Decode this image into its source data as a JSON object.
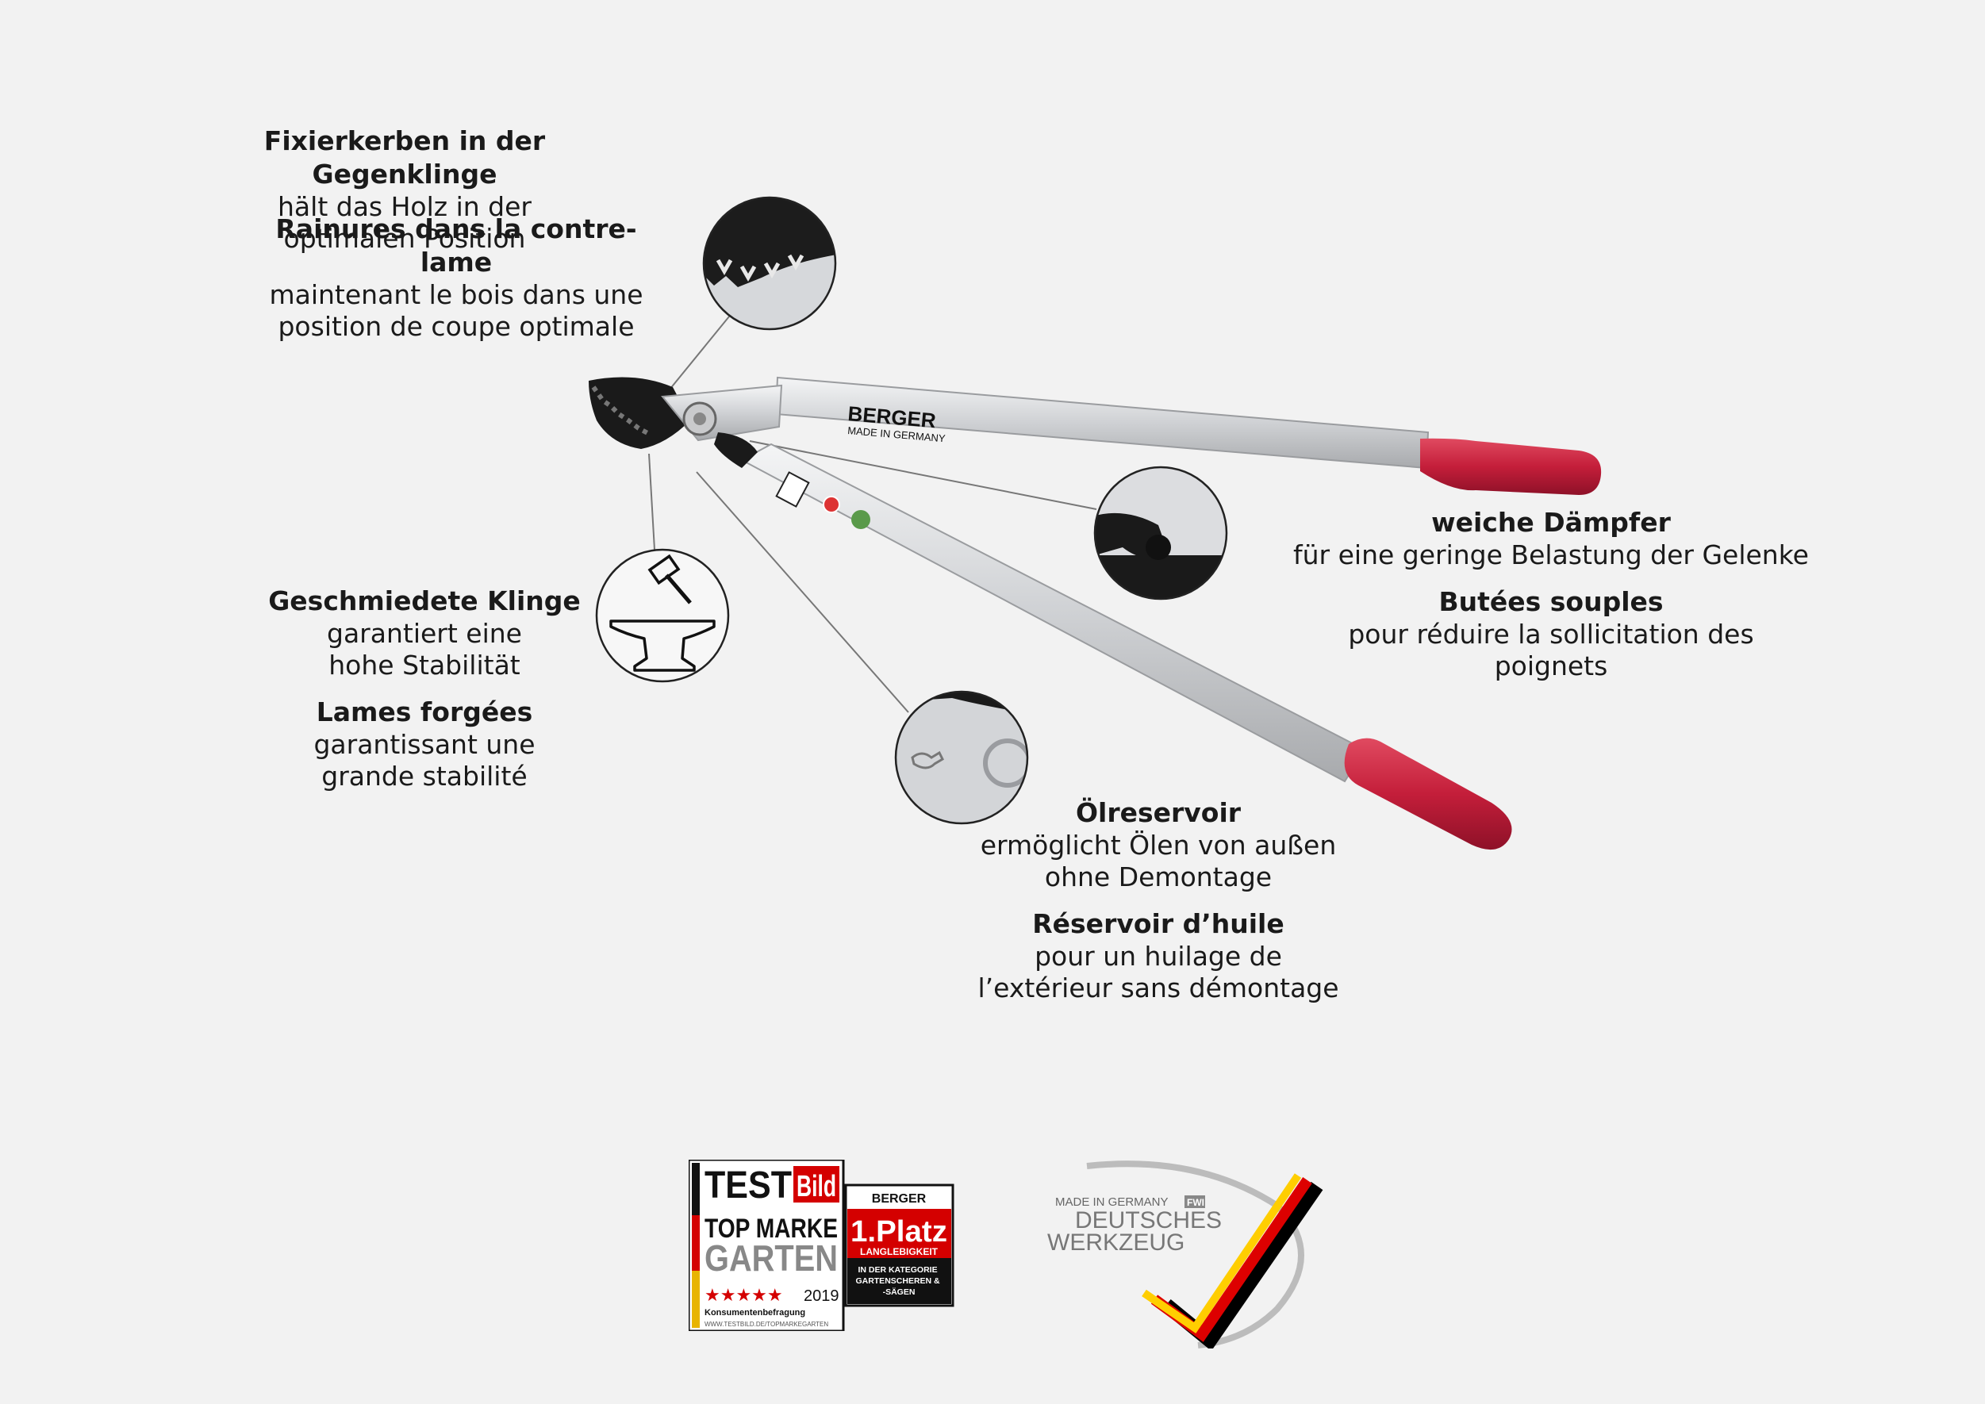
{
  "features": {
    "notches": {
      "title_de": "Fixierkerben in der Gegenklinge",
      "desc_de": "hält das Holz in der optimalen Position",
      "title_fr": "Rainures dans la contre-lame",
      "desc_fr": "maintenant le bois dans une\nposition de coupe optimale"
    },
    "dampers": {
      "title_de": "weiche Dämpfer",
      "desc_de": "für eine geringe Belastung der Gelenke",
      "title_fr": "Butées souples",
      "desc_fr": "pour réduire la sollicitation des poignets"
    },
    "forged": {
      "title_de": "Geschmiedete Klinge",
      "desc_de": "garantiert eine\nhohe Stabilität",
      "title_fr": "Lames forgées",
      "desc_fr": "garantissant une\ngrande stabilité"
    },
    "oil": {
      "title_de": "Ölreservoir",
      "desc_de": "ermöglicht Ölen von außen\nohne Demontage",
      "title_fr": "Réservoir d’huile",
      "desc_fr": "pour un huilage de\nl’extérieur sans démontage"
    }
  },
  "tool": {
    "brand": "BERGER",
    "origin": "MADE IN GERMANY",
    "handle_color": "#c41e3a",
    "shaft_color": "#d9dadc"
  },
  "badges": {
    "testbild": {
      "logo_test": "TEST",
      "logo_bild": "Bild",
      "line1": "TOP MARKE",
      "line2": "GARTEN",
      "stars": "★★★★★",
      "year": "2019",
      "survey": "Konsumentenbefragung",
      "url": "WWW.TESTBILD.DE/TOPMARKEGARTEN",
      "brand": "BERGER",
      "rank": "1.Platz",
      "category": "LANGLEBIGKEIT",
      "note": "IN DER KATEGORIE\nGARTENSCHEREN &\n-SÄGEN"
    },
    "deutsches_werkzeug": {
      "made_in": "MADE IN GERMANY",
      "fwi": "FWI",
      "line1": "DEUTSCHES",
      "line2": "WERKZEUG",
      "colors": [
        "#000000",
        "#dd0000",
        "#ffce00"
      ]
    }
  }
}
